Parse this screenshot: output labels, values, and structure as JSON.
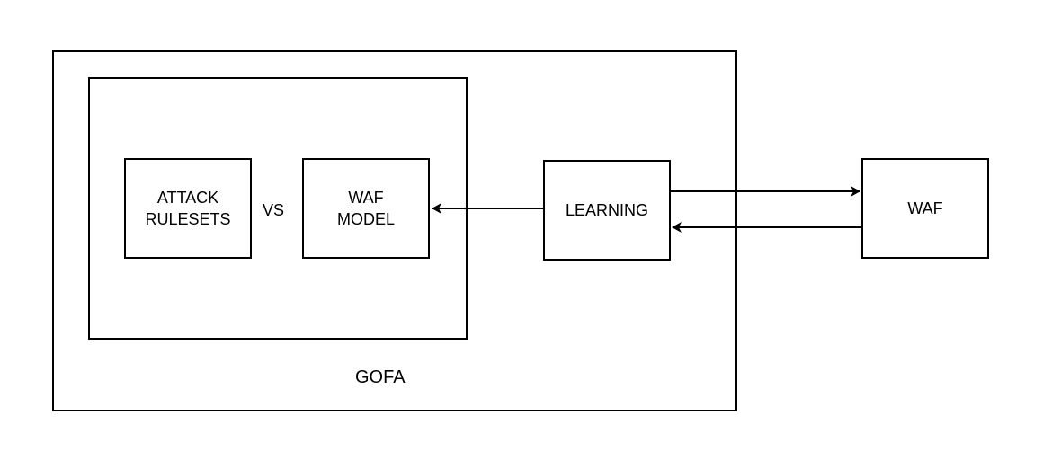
{
  "diagram": {
    "containers": {
      "outer": {
        "label": "GOFA"
      },
      "inner": {
        "label": ""
      }
    },
    "nodes": {
      "attack_rulesets": {
        "line1": "ATTACK",
        "line2": "RULESETS"
      },
      "vs_label": "VS",
      "waf_model": {
        "line1": "WAF",
        "line2": "MODEL"
      },
      "learning": {
        "label": "LEARNING"
      },
      "waf": {
        "label": "WAF"
      }
    },
    "edges": [
      {
        "from": "learning",
        "to": "waf_model"
      },
      {
        "from": "learning",
        "to": "waf"
      },
      {
        "from": "waf",
        "to": "learning"
      }
    ],
    "colors": {
      "stroke": "#000000",
      "background": "#ffffff"
    }
  }
}
